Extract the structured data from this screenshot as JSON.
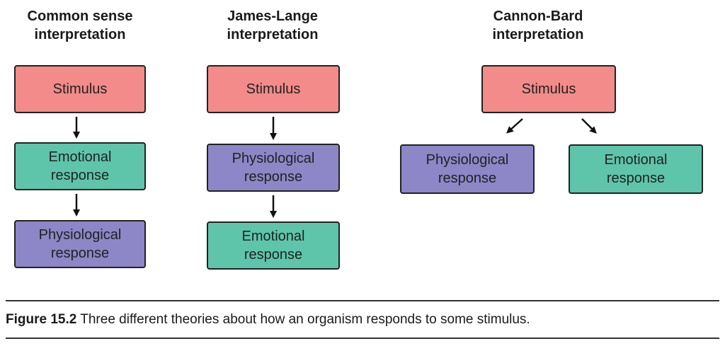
{
  "columns": [
    {
      "title_line1": "Common sense",
      "title_line2": "interpretation",
      "boxes": [
        {
          "line1": "Stimulus",
          "line2": ""
        },
        {
          "line1": "Emotional",
          "line2": "response"
        },
        {
          "line1": "Physiological",
          "line2": "response"
        }
      ]
    },
    {
      "title_line1": "James-Lange",
      "title_line2": "interpretation",
      "boxes": [
        {
          "line1": "Stimulus",
          "line2": ""
        },
        {
          "line1": "Physiological",
          "line2": "response"
        },
        {
          "line1": "Emotional",
          "line2": "response"
        }
      ]
    },
    {
      "title_line1": "Cannon-Bard",
      "title_line2": "interpretation",
      "boxes": [
        {
          "line1": "Stimulus",
          "line2": ""
        },
        {
          "line1": "Physiological",
          "line2": "response"
        },
        {
          "line1": "Emotional",
          "line2": "response"
        }
      ]
    }
  ],
  "caption": {
    "label": "Figure 15.2",
    "text": " Three different theories about how an organism responds to some stimulus."
  },
  "colors": {
    "stimulus": "#f28b89",
    "emotional": "#5ec5aa",
    "physiological": "#8d86c7",
    "border": "#222222"
  }
}
